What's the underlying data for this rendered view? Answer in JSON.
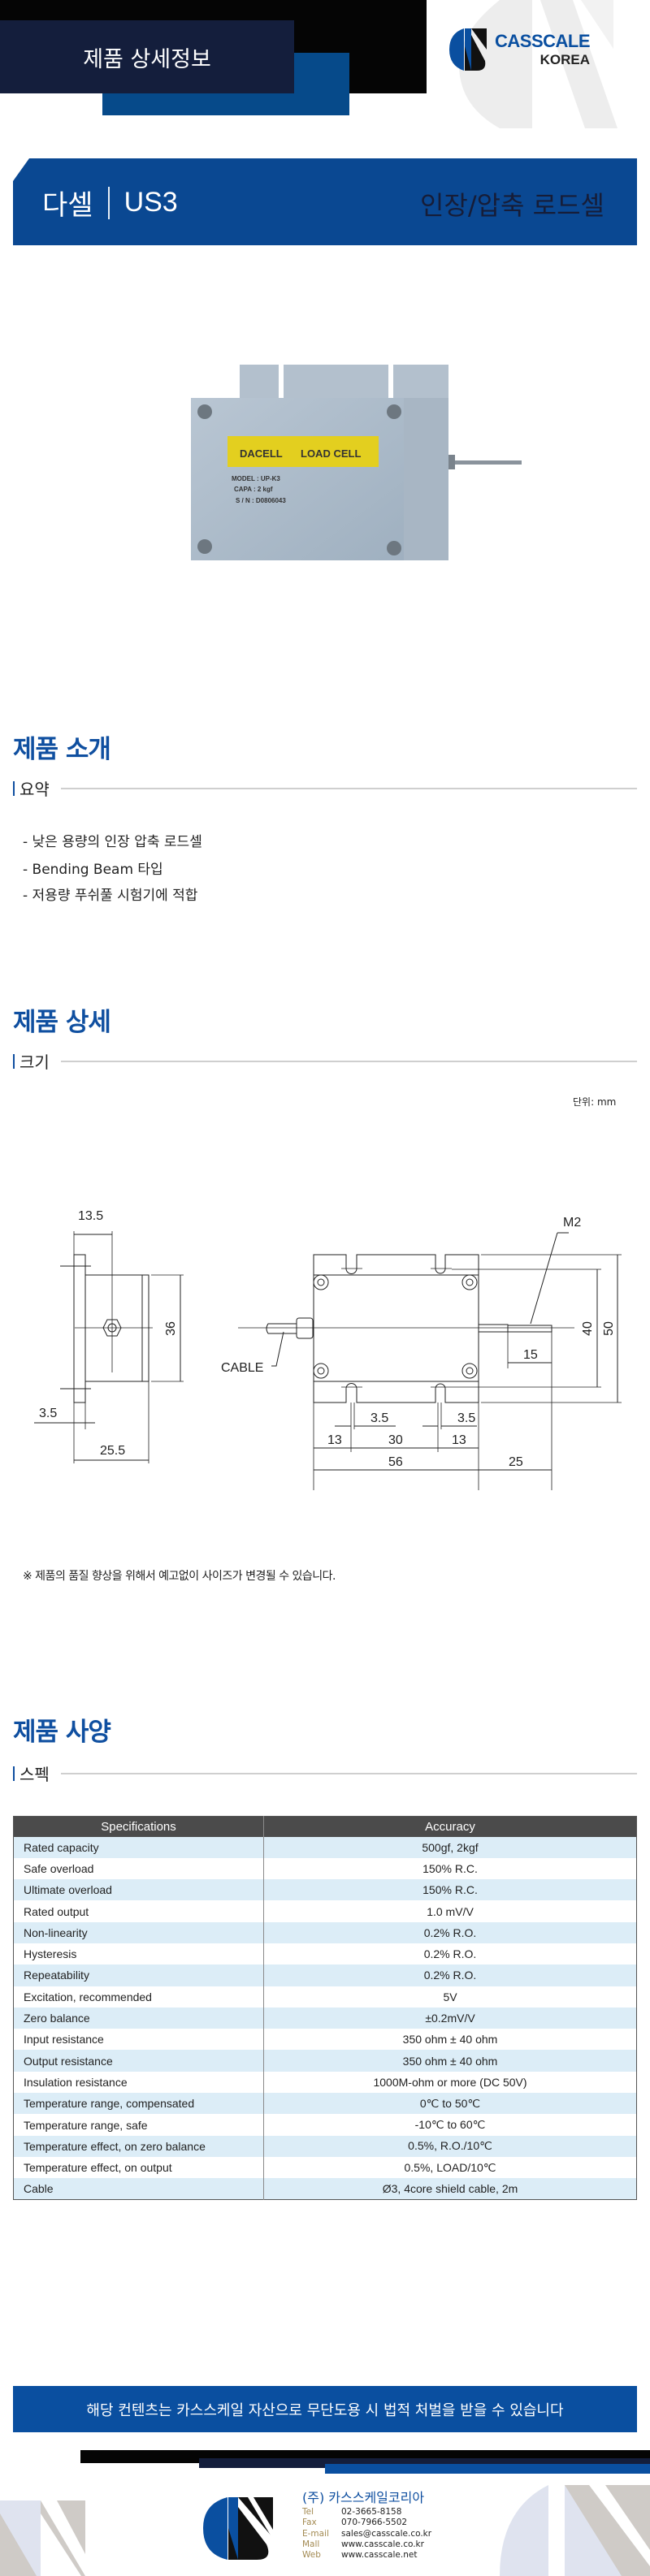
{
  "header": {
    "title": "제품 상세정보",
    "logo_text": "CASSCALE",
    "logo_sub": "KOREA"
  },
  "titlebar": {
    "brand": "다셀",
    "model": "US3",
    "category": "인장/압축 로드셀"
  },
  "intro": {
    "title": "제품 소개",
    "subtitle": "요약",
    "bullets": [
      "- 낮은 용량의 인장 압축 로드셀",
      "- Bending Beam 타입",
      "- 저용량 푸쉬풀 시험기에 적합"
    ]
  },
  "detail": {
    "title": "제품 상세",
    "subtitle": "크기",
    "unit": "단위: mm",
    "labels": {
      "d13_5": "13.5",
      "d36": "36",
      "d3_5a": "3.5",
      "d25_5": "25.5",
      "m2": "M2",
      "cable": "CABLE",
      "d40": "40",
      "d50": "50",
      "d15": "15",
      "d3_5b": "3.5",
      "d3_5c": "3.5",
      "d13a": "13",
      "d30": "30",
      "d13b": "13",
      "d56": "56",
      "d25": "25"
    },
    "note": "※ 제품의 품질 향상을 위해서 예고없이 사이즈가 변경될 수 있습니다."
  },
  "spec": {
    "title": "제품 사양",
    "subtitle": "스펙",
    "headers": [
      "Specifications",
      "Accuracy"
    ],
    "rows": [
      [
        "Rated capacity",
        "500gf, 2kgf"
      ],
      [
        "Safe overload",
        "150% R.C."
      ],
      [
        "Ultimate overload",
        "150% R.C."
      ],
      [
        "Rated output",
        "1.0 mV/V"
      ],
      [
        "Non-linearity",
        "0.2% R.O."
      ],
      [
        "Hysteresis",
        "0.2% R.O."
      ],
      [
        "Repeatability",
        "0.2% R.O."
      ],
      [
        "Excitation, recommended",
        "5V"
      ],
      [
        "Zero balance",
        "±0.2mV/V"
      ],
      [
        "Input resistance",
        "350 ohm ± 40 ohm"
      ],
      [
        "Output resistance",
        "350 ohm ± 40 ohm"
      ],
      [
        "Insulation resistance",
        "1000M-ohm or more (DC 50V)"
      ],
      [
        "Temperature range, compensated",
        "0℃ to 50℃"
      ],
      [
        "Temperature range, safe",
        "-10℃ to 60℃"
      ],
      [
        "Temperature effect, on zero balance",
        "0.5%, R.O./10℃"
      ],
      [
        "Temperature effect, on output",
        "0.5%, LOAD/10℃"
      ],
      [
        "Cable",
        "Ø3, 4core shield cable, 2m"
      ]
    ]
  },
  "product_label": {
    "brand": "DACELL",
    "text": "LOAD CELL",
    "model": "MODEL : UP-K3",
    "capa": "CAPA : 2 kgf",
    "sn": "S / N : D0806043"
  },
  "footer": {
    "notice": "해당 컨텐츠는 카스스케일 자산으로 무단도용 시 법적 처벌을 받을 수 있습니다",
    "company": "(주) 카스스케일코리아",
    "contacts": [
      {
        "label": "Tel",
        "value": "02-3665-8158"
      },
      {
        "label": "Fax",
        "value": "070-7966-5502"
      },
      {
        "label": "E-mail",
        "value": "sales@casscale.co.kr"
      },
      {
        "label": "Mall",
        "value": "www.casscale.co.kr"
      },
      {
        "label": "Web",
        "value": "www.casscale.net"
      }
    ]
  },
  "colors": {
    "brand_blue": "#0a4fa0",
    "navy": "#141e3c",
    "black": "#050505",
    "gold_label": "#a38a52"
  }
}
